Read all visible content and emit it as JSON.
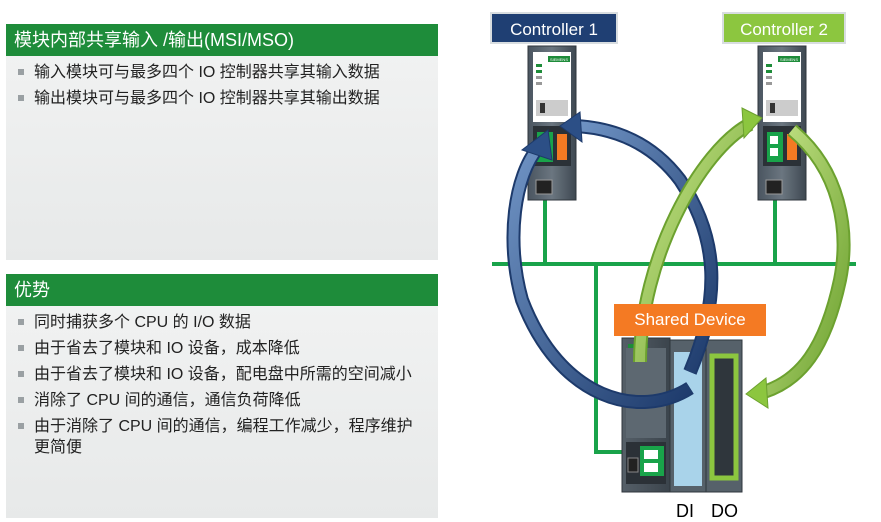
{
  "panel1": {
    "header": "模块内部共享输入 /输出(MSI/MSO)",
    "items": [
      "输入模块可与最多四个 IO 控制器共享其输入数据",
      "输出模块可与最多四个 IO 控制器共享其输出数据"
    ]
  },
  "panel2": {
    "header": "优势",
    "items": [
      "同时捕获多个 CPU 的 I/O 数据",
      "由于省去了模块和 IO 设备，成本降低",
      "由于省去了模块和 IO 设备，配电盘中所需的空间减小",
      "消除了 CPU 间的通信，通信负荷降低",
      "由于消除了 CPU 间的通信，编程工作减少，程序维护更简便"
    ]
  },
  "diagram": {
    "controller1": "Controller 1",
    "controller2": "Controller 2",
    "shared_device": "Shared Device",
    "module_di": "DI",
    "module_do": "DO",
    "brand": "SIEMENS",
    "colors": {
      "controller1": "#1f3f73",
      "controller2": "#8cc63f",
      "network": "#19a34a",
      "shared": "#f47a23",
      "arrow_blue": "#2c4f86",
      "arrow_green": "#8cc63f"
    }
  }
}
